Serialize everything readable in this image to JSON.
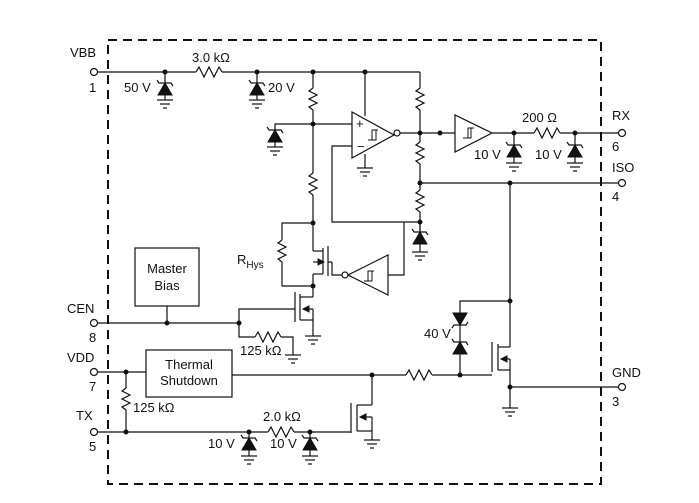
{
  "pins": {
    "vbb": {
      "name": "VBB",
      "number": "1"
    },
    "cen": {
      "name": "CEN",
      "number": "8"
    },
    "vdd": {
      "name": "VDD",
      "number": "7"
    },
    "tx": {
      "name": "TX",
      "number": "5"
    },
    "rx": {
      "name": "RX",
      "number": "6"
    },
    "iso": {
      "name": "ISO",
      "number": "4"
    },
    "gnd": {
      "name": "GND",
      "number": "3"
    }
  },
  "blocks": {
    "master_bias": {
      "line1": "Master",
      "line2": "Bias"
    },
    "thermal_shutdown": {
      "line1": "Thermal",
      "line2": "Shutdown"
    }
  },
  "components": {
    "r_top": "3.0 kΩ",
    "r_rx": "200 Ω",
    "r_cen": "125 kΩ",
    "r_vdd": "125 kΩ",
    "r_tx": "2.0 kΩ",
    "z_vbb": "50 V",
    "z_top": "20 V",
    "z_rx1": "10 V",
    "z_rx2": "10 V",
    "z_iso": "40 V",
    "z_tx1": "10 V",
    "z_tx2": "10 V",
    "r_hys": "R",
    "r_hys_sub": "Hys"
  },
  "colors": {
    "ink": "#111111",
    "background": "#ffffff"
  }
}
